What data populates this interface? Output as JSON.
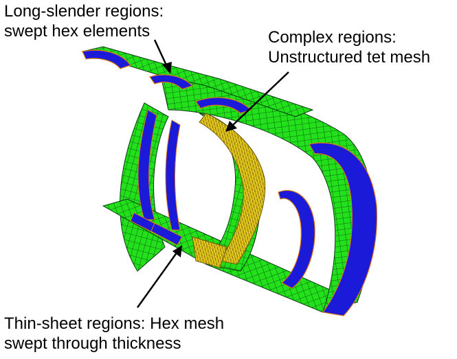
{
  "annotations": {
    "long_slender": {
      "line1": "Long-slender regions:",
      "line2": "swept hex elements"
    },
    "complex": {
      "line1": "Complex regions:",
      "line2": "Unstructured tet mesh"
    },
    "thin_sheet": {
      "line1": "Thin-sheet regions: Hex mesh",
      "line2": "swept through thickness"
    }
  },
  "colors": {
    "hex_mesh": "#22e01a",
    "mesh_lines": "#0a3a12",
    "flange": "#1a1ad8",
    "tet_mesh": "#f0d21e",
    "edge": "#e07810",
    "background": "#ffffff"
  }
}
